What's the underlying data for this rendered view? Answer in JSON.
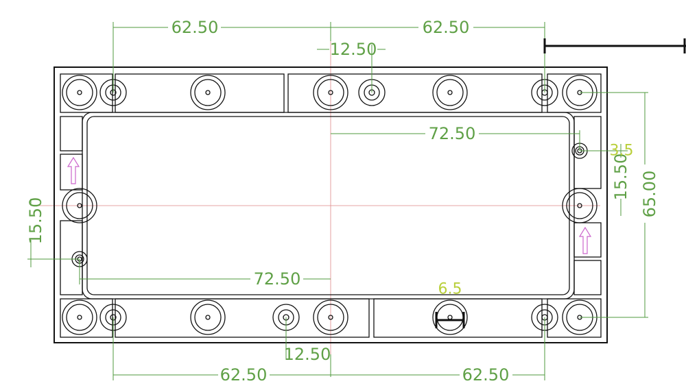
{
  "drawing": {
    "line_colors": {
      "outline": "#111111",
      "dimension": "#5fa046",
      "centerline": "#dd8888",
      "arrow": "#cc66cc",
      "note": "#b9cf3a"
    },
    "dimensions": {
      "top_left_span": "62.50",
      "top_right_span": "62.50",
      "top_offset": "12.50",
      "upper_width": "72.50",
      "right_height": "65.00",
      "right_offset": "15.50",
      "left_offset": "15.50",
      "lower_width": "72.50",
      "bottom_offset": "12.50",
      "bottom_left_span": "62.50",
      "bottom_right_span": "62.50",
      "hole_diameter": "6.5",
      "small_hole": "3.5"
    }
  }
}
